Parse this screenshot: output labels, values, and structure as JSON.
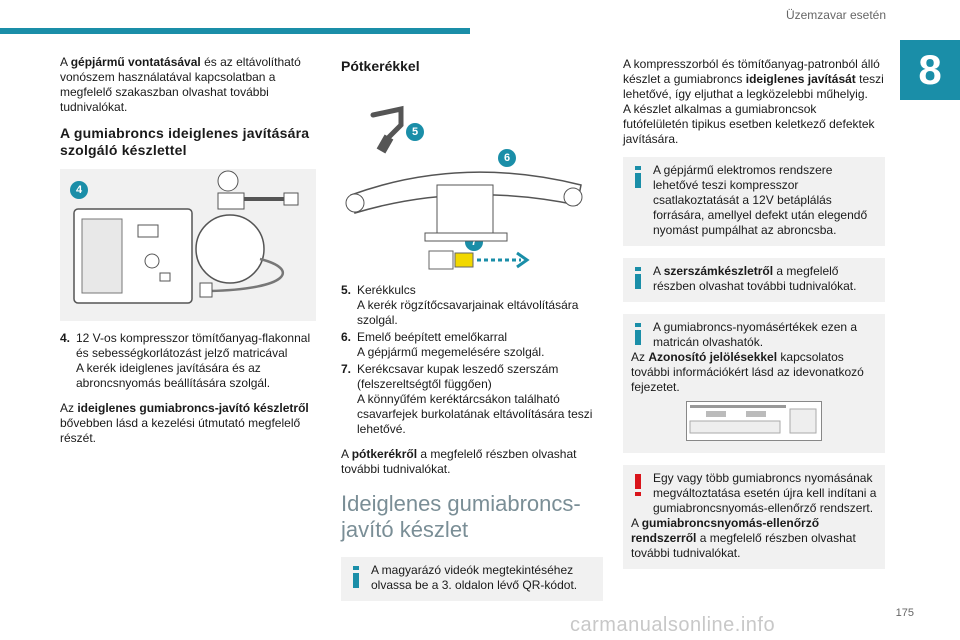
{
  "header": {
    "section_title": "Üzemzavar esetén",
    "chapter_number": "8",
    "page_number": "175"
  },
  "watermark": "carmanualsonline.info",
  "col1": {
    "intro_pre": "A ",
    "intro_bold": "gépjármű vontatásával",
    "intro_post": " és az eltávolítható vonószem használatával kapcsolatban a megfelelő szakaszban olvashat további tudnivalókat.",
    "heading": "A gumiabroncs ideiglenes javítására szolgáló készlettel",
    "fig_marker": "4",
    "item_num": "4.",
    "item_line1": "12 V-os kompresszor tömítőanyag-flakonnal és sebességkorlátozást jelző matricával",
    "item_line2": "A kerék ideiglenes javítására és az abroncsnyomás beállítására szolgál.",
    "ref_pre": "Az ",
    "ref_bold": "ideiglenes gumiabroncs-javító készletről",
    "ref_post": " bővebben lásd a kezelési útmutató megfelelő részét."
  },
  "col2": {
    "heading": "Pótkerékkel",
    "markers": [
      "5",
      "6",
      "7"
    ],
    "items": [
      {
        "num": "5.",
        "title": "Kerékkulcs",
        "desc": "A kerék rögzítőcsavarjainak eltávolítására szolgál."
      },
      {
        "num": "6.",
        "title": "Emelő beépített emelőkarral",
        "desc": "A gépjármű megemelésére szolgál."
      },
      {
        "num": "7.",
        "title": "Kerékcsavar kupak leszedő szerszám (felszereltségtől függően)",
        "desc": "A könnyűfém keréktárcsákon található csavarfejek burkolatának eltávolítására teszi lehetővé."
      }
    ],
    "ref_pre": "A ",
    "ref_bold": "pótkerékről",
    "ref_post": " a megfelelő részben olvashat további tudnivalókat.",
    "big_heading": "Ideiglenes gumiabroncs-javító készlet",
    "note": "A magyarázó videók megtekintéséhez olvassa be a 3. oldalon lévő QR-kódot."
  },
  "col3": {
    "intro_pre": "A kompresszorból és tömítőanyag-patronból álló készlet a gumiabroncs ",
    "intro_bold": "ideiglenes javítását",
    "intro_post": " teszi lehetővé, így eljuthat a legközelebbi műhelyig.",
    "intro2": "A készlet alkalmas a gumiabroncsok futófelületén tipikus esetben keletkező defektek javítására.",
    "note1": "A gépjármű elektromos rendszere lehetővé teszi kompresszor csatlakoztatását a 12V betáplálás forrására, amellyel defekt után elegendő nyomást pumpálhat az abroncsba.",
    "note2_pre": "A ",
    "note2_bold": "szerszámkészletről",
    "note2_post": " a megfelelő részben olvashat további tudnivalókat.",
    "note3_line1": "A gumiabroncs-nyomásértékek ezen a matricán olvashatók.",
    "note3_pre": "Az ",
    "note3_bold": "Azonosító jelölésekkel",
    "note3_post": " kapcsolatos további információkért lásd az idevonatkozó fejezetet.",
    "warn_line1": "Egy vagy több gumiabroncs nyomásának megváltoztatása esetén újra kell indítani a gumiabroncsnyomás-ellenőrző rendszert.",
    "warn_pre": "A ",
    "warn_bold": "gumiabroncsnyomás-ellenőrző rendszerről",
    "warn_post": " a megfelelő részben olvashat további tudnivalókat."
  },
  "colors": {
    "accent": "#1a8ea8",
    "warning": "#d9141b",
    "note_bg": "#f1f1f1"
  }
}
